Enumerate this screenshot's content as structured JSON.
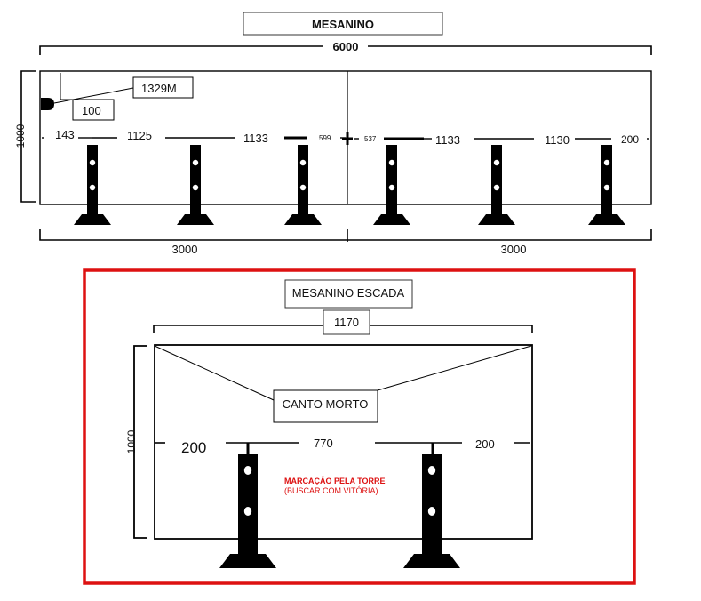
{
  "top": {
    "title": "MESANINO",
    "total_width": "6000",
    "height": "1000",
    "ref_tag": "1329M",
    "ref_offset": "100",
    "left_half": {
      "width": "3000",
      "spacings": [
        "143",
        "1125",
        "1133",
        "599"
      ]
    },
    "right_half": {
      "width": "3000",
      "spacings": [
        "537",
        "1133",
        "1130",
        "200"
      ]
    }
  },
  "bottom": {
    "title": "MESANINO ESCADA",
    "width": "1170",
    "height": "1000",
    "dead_corner": "CANTO MORTO",
    "spacings": [
      "200",
      "770",
      "200"
    ],
    "note_line1": "MARCAÇÃO PELA TORRE",
    "note_line2": "(BUSCAR COM VITÓRIA)",
    "highlight_color": "#dd1111"
  }
}
